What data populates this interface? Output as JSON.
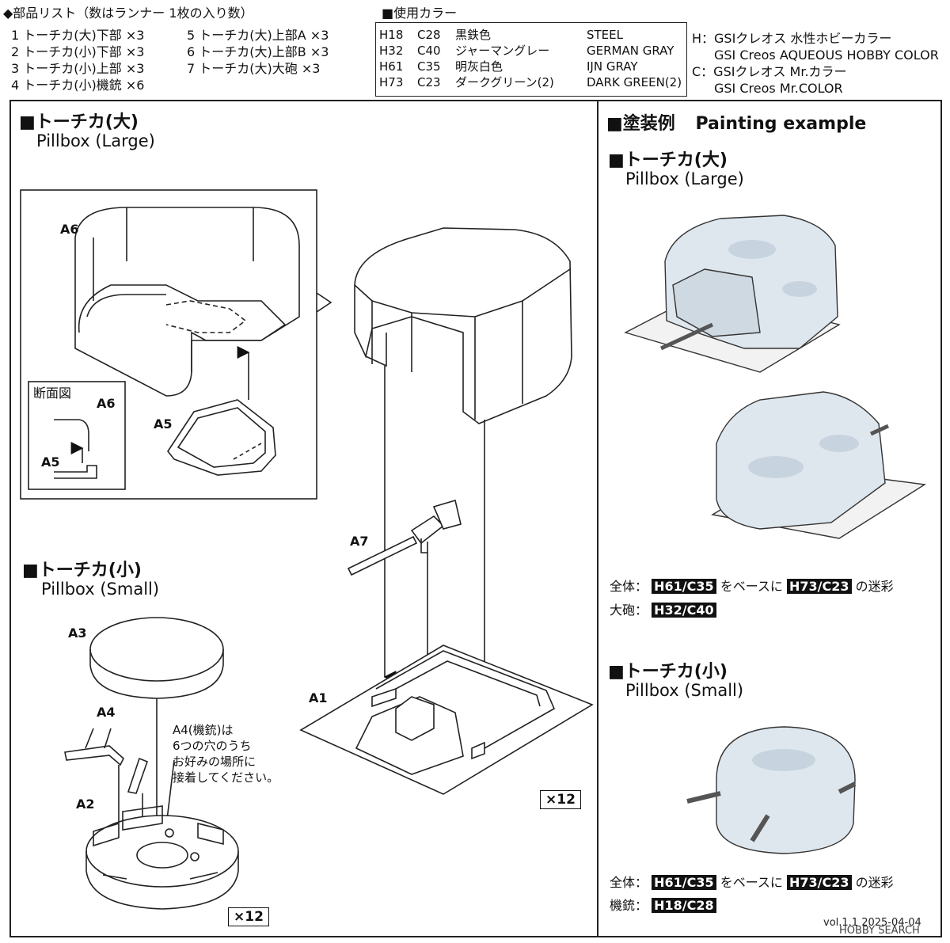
{
  "parts_list": {
    "title": "◆部品リスト（数はランナー 1枚の入り数）",
    "col1": [
      "1 トーチカ(大)下部 ×3",
      "2 トーチカ(小)下部 ×3",
      "3 トーチカ(小)上部 ×3",
      "4 トーチカ(小)機銃 ×6"
    ],
    "col2": [
      "5 トーチカ(大)上部A ×3",
      "6 トーチカ(大)上部B ×3",
      "7 トーチカ(大)大砲 ×3"
    ]
  },
  "colors": {
    "title": "使用カラー",
    "rows": [
      {
        "h": "H18",
        "c": "C28",
        "jp": "黒鉄色",
        "en": "STEEL"
      },
      {
        "h": "H32",
        "c": "C40",
        "jp": "ジャーマングレー",
        "en": "GERMAN GRAY"
      },
      {
        "h": "H61",
        "c": "C35",
        "jp": "明灰白色",
        "en": "IJN GRAY"
      },
      {
        "h": "H73",
        "c": "C23",
        "jp": "ダークグリーン(2)",
        "en": "DARK GREEN(2)"
      }
    ],
    "legend_h_1": "H：GSIクレオス 水性ホビーカラー",
    "legend_h_2": "GSI Creos AQUEOUS HOBBY COLOR",
    "legend_c_1": "C：GSIクレオス Mr.カラー",
    "legend_c_2": "GSI Creos Mr.COLOR"
  },
  "large": {
    "title_jp": "トーチカ(大)",
    "title_en": "Pillbox (Large)",
    "section_label": "断面図",
    "parts": {
      "a1": "A1",
      "a5": "A5",
      "a6": "A6",
      "a7": "A7"
    },
    "qty": "×12"
  },
  "small": {
    "title_jp": "トーチカ(小)",
    "title_en": "Pillbox (Small)",
    "parts": {
      "a2": "A2",
      "a3": "A3",
      "a4": "A4"
    },
    "note": [
      "A4(機銃)は",
      "6つの穴のうち",
      "お好みの場所に",
      "接着してください。"
    ],
    "qty": "×12"
  },
  "painting": {
    "title_jp": "塗装例",
    "title_en": "Painting example",
    "large_jp": "トーチカ(大)",
    "large_en": "Pillbox (Large)",
    "large_body_label": "全体：",
    "large_body_base": "H61/C35",
    "large_body_mid": "をベースに",
    "large_body_camo": "H73/C23",
    "large_body_end": "の迷彩",
    "large_gun_label": "大砲：",
    "large_gun_color": "H32/C40",
    "small_jp": "トーチカ(小)",
    "small_en": "Pillbox (Small)",
    "small_body_label": "全体：",
    "small_body_base": "H61/C35",
    "small_body_mid": "をベースに",
    "small_body_camo": "H73/C23",
    "small_body_end": "の迷彩",
    "small_mg_label": "機銃：",
    "small_mg_color": "H18/C28"
  },
  "footer": {
    "version": "vol.1.1 2025-04-04",
    "watermark": "HOBBY SEARCH"
  }
}
